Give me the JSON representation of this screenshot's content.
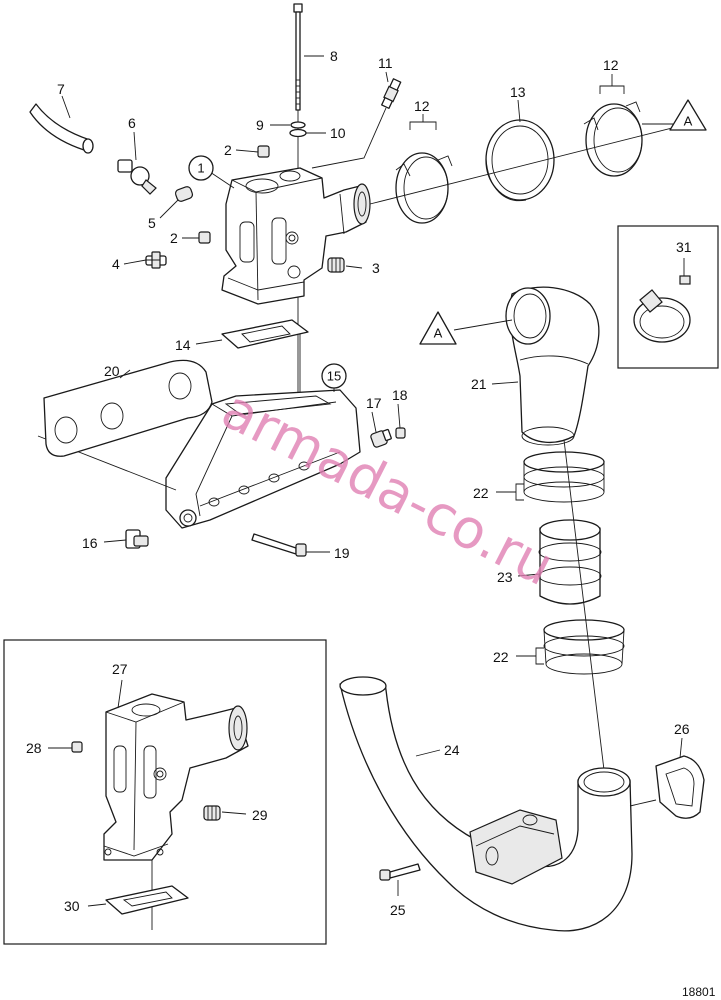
{
  "labels": {
    "l1": "1",
    "l2a": "2",
    "l2b": "2",
    "l3": "3",
    "l4": "4",
    "l5": "5",
    "l6": "6",
    "l7": "7",
    "l8": "8",
    "l9": "9",
    "l10": "10",
    "l11": "11",
    "l12a": "12",
    "l12b": "12",
    "l13": "13",
    "l14": "14",
    "l15": "15",
    "l16": "16",
    "l17": "17",
    "l18": "18",
    "l19": "19",
    "l20": "20",
    "l21": "21",
    "l22a": "22",
    "l22b": "22",
    "l23": "23",
    "l24": "24",
    "l25": "25",
    "l26": "26",
    "l27": "27",
    "l28": "28",
    "l29": "29",
    "l30": "30",
    "l31": "31"
  },
  "refs": {
    "a1": "A",
    "a2": "A"
  },
  "watermark": "armada-co.ru",
  "drawing_number": "18801",
  "colors": {
    "line": "#1a1a1a",
    "watermark": "#e07fb3",
    "background": "#ffffff"
  }
}
